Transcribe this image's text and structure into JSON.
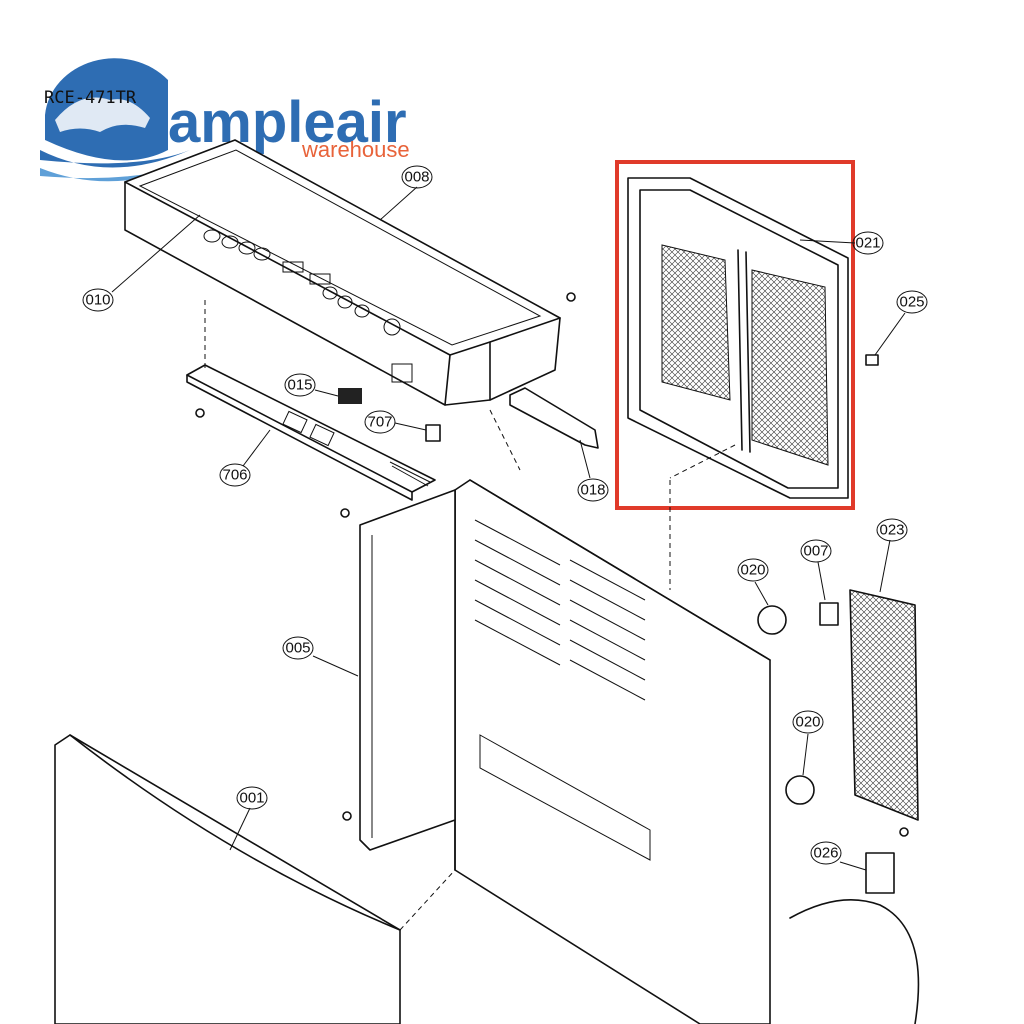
{
  "model_number": "RCE-471TR",
  "brand": {
    "name": "ampleair",
    "sub": "warehouse",
    "main_color": "#2e6db3",
    "accent_color": "#e8633a"
  },
  "highlight": {
    "color": "#e03a2a",
    "part": "021"
  },
  "part_labels": [
    "008",
    "010",
    "021",
    "025",
    "015",
    "707",
    "018",
    "706",
    "023",
    "020",
    "007",
    "005",
    "020",
    "001",
    "026"
  ]
}
